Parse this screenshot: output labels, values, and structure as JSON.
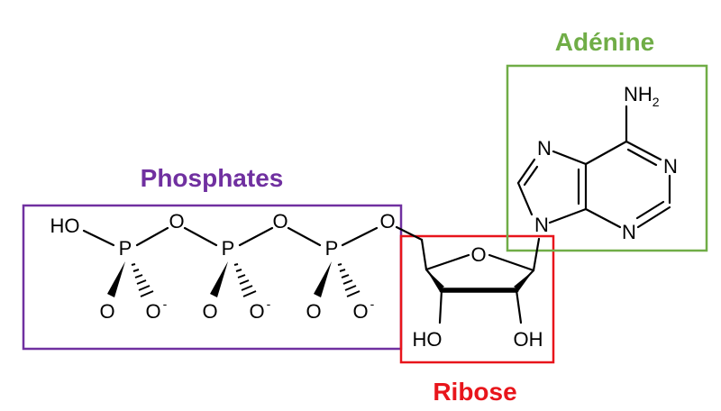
{
  "groups": {
    "phosphates": {
      "label": "Phosphates",
      "color": "#7030a0"
    },
    "ribose": {
      "label": "Ribose",
      "color": "#e8151b"
    },
    "adenine": {
      "label": "Adénine",
      "color": "#70ad47"
    }
  },
  "atoms": {
    "hydroxyl_phosphate": "HO",
    "phosphorus": "P",
    "oxygen": "O",
    "oxide_charge": "-",
    "hydroxyl_ribose_left": "HO",
    "hydroxyl_ribose_right": "OH",
    "ring_oxygen": "O",
    "nitrogen": "N",
    "amine_n": "NH",
    "amine_sub": "2"
  }
}
